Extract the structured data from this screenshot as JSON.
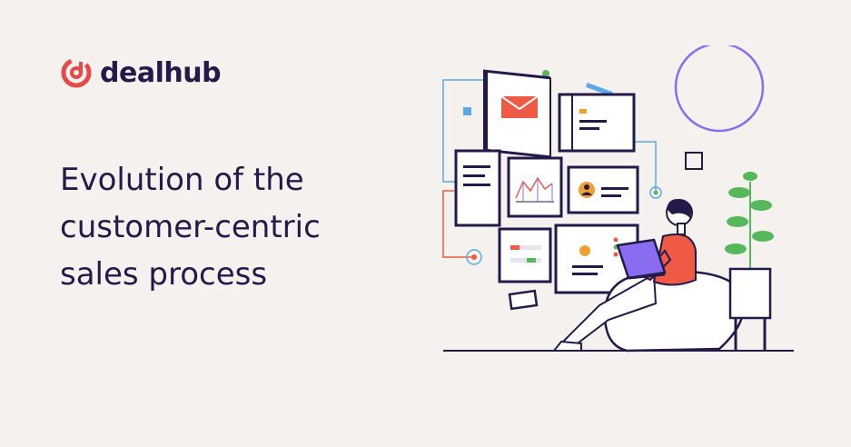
{
  "brand": {
    "name": "dealhub",
    "accent": "#e84a4a",
    "text_color": "#241a4a"
  },
  "headline": {
    "lines": [
      "Evolution of the",
      "customer-centric",
      "sales process"
    ]
  },
  "illustration": {
    "colors": {
      "red": "#ef5a44",
      "purple": "#8a6cf0",
      "green": "#56b85a",
      "blue": "#5aa9e6",
      "orange": "#f0a030",
      "dark": "#241a4a"
    }
  }
}
